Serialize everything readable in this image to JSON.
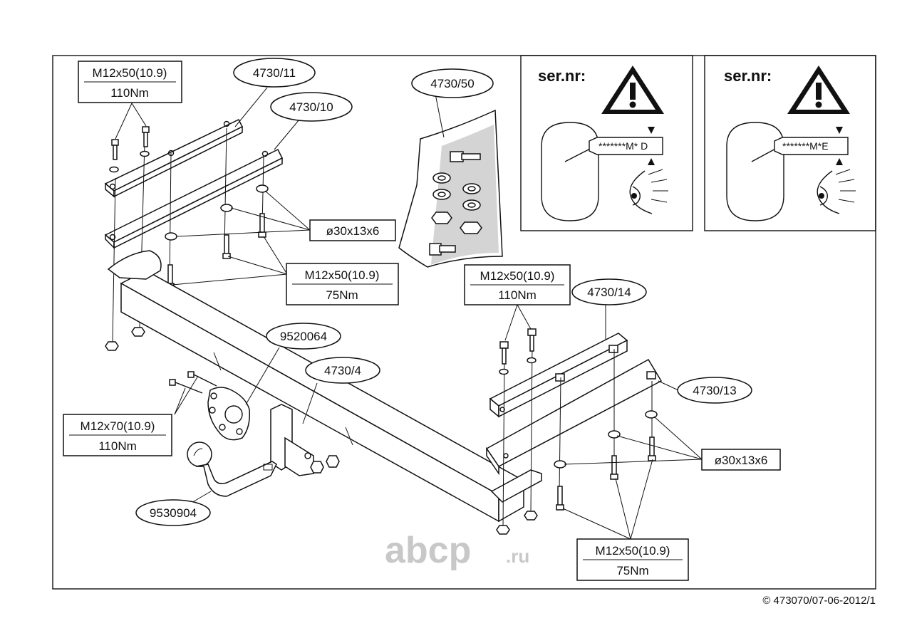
{
  "callouts": {
    "part_4730_11": "4730/11",
    "part_4730_10": "4730/10",
    "part_4730_50": "4730/50",
    "part_4730_14": "4730/14",
    "part_4730_13": "4730/13",
    "part_4730_4": "4730/4",
    "part_9520064": "9520064",
    "part_9530904": "9530904"
  },
  "specs": {
    "top_left": {
      "bolt": "M12x50(10.9)",
      "torque": "110Nm"
    },
    "mid_left": {
      "bolt": "M12x50(10.9)",
      "torque": "75Nm"
    },
    "mid_right": {
      "bolt": "M12x50(10.9)",
      "torque": "110Nm"
    },
    "bottom_left": {
      "bolt": "M12x70(10.9)",
      "torque": "110Nm"
    },
    "bottom_right": {
      "bolt": "M12x50(10.9)",
      "torque": "75Nm"
    }
  },
  "washers": {
    "left": "ø30x13x6",
    "right": "ø30x13x6"
  },
  "serial_panels": {
    "left": {
      "title": "ser.nr:",
      "code": "*******M* D"
    },
    "right": {
      "title": "ser.nr:",
      "code": "*******M*E"
    }
  },
  "watermark": {
    "main": "abcp",
    "suffix": ".ru"
  },
  "footer": {
    "copyright": "© 473070/07-06-2012/1"
  }
}
